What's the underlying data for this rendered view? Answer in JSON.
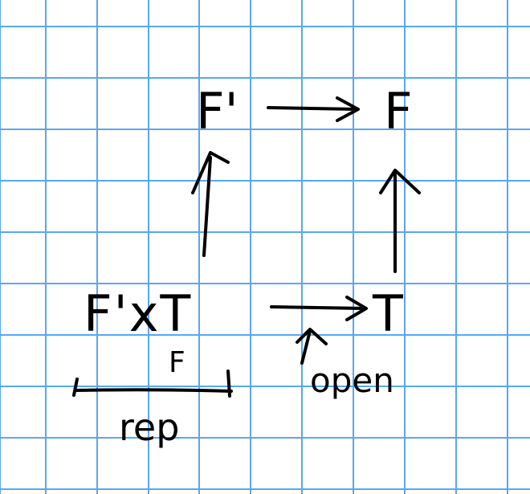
{
  "diagram": {
    "nodes": {
      "top_left": "F'",
      "top_right": "F",
      "bottom_left": "F'xT",
      "bottom_right": "T"
    },
    "under_bracket_small": "F",
    "bracket_label": "rep",
    "arrow_annotation": "open"
  },
  "colors": {
    "grid_line": "#5aa7ee",
    "ink": "#000000",
    "paper": "#ffffff"
  }
}
